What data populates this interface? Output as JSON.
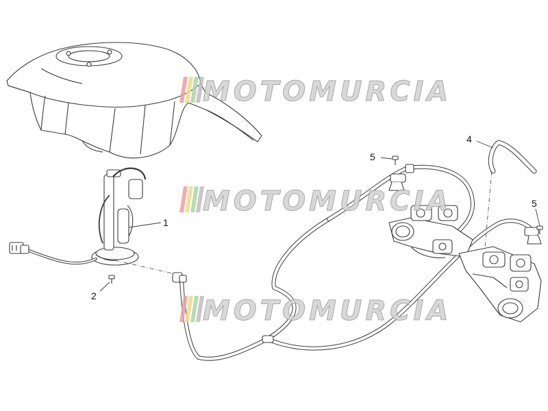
{
  "diagram": {
    "callouts": [
      {
        "id": "1",
        "label": "1"
      },
      {
        "id": "2",
        "label": "2"
      },
      {
        "id": "4",
        "label": "4"
      },
      {
        "id": "5a",
        "label": "5"
      },
      {
        "id": "5b",
        "label": "5"
      }
    ]
  },
  "watermark": {
    "text": "MOTOMURCIA",
    "stripe_colors": [
      "#e9a0a0",
      "#eddc8c",
      "#a9d6a2",
      "#bdbdbd"
    ],
    "text_color": "#d2d2d2",
    "outline_color": "#9a9a9a"
  },
  "colors": {
    "line": "#3a3a3a",
    "hose_fill": "#ffffff"
  }
}
